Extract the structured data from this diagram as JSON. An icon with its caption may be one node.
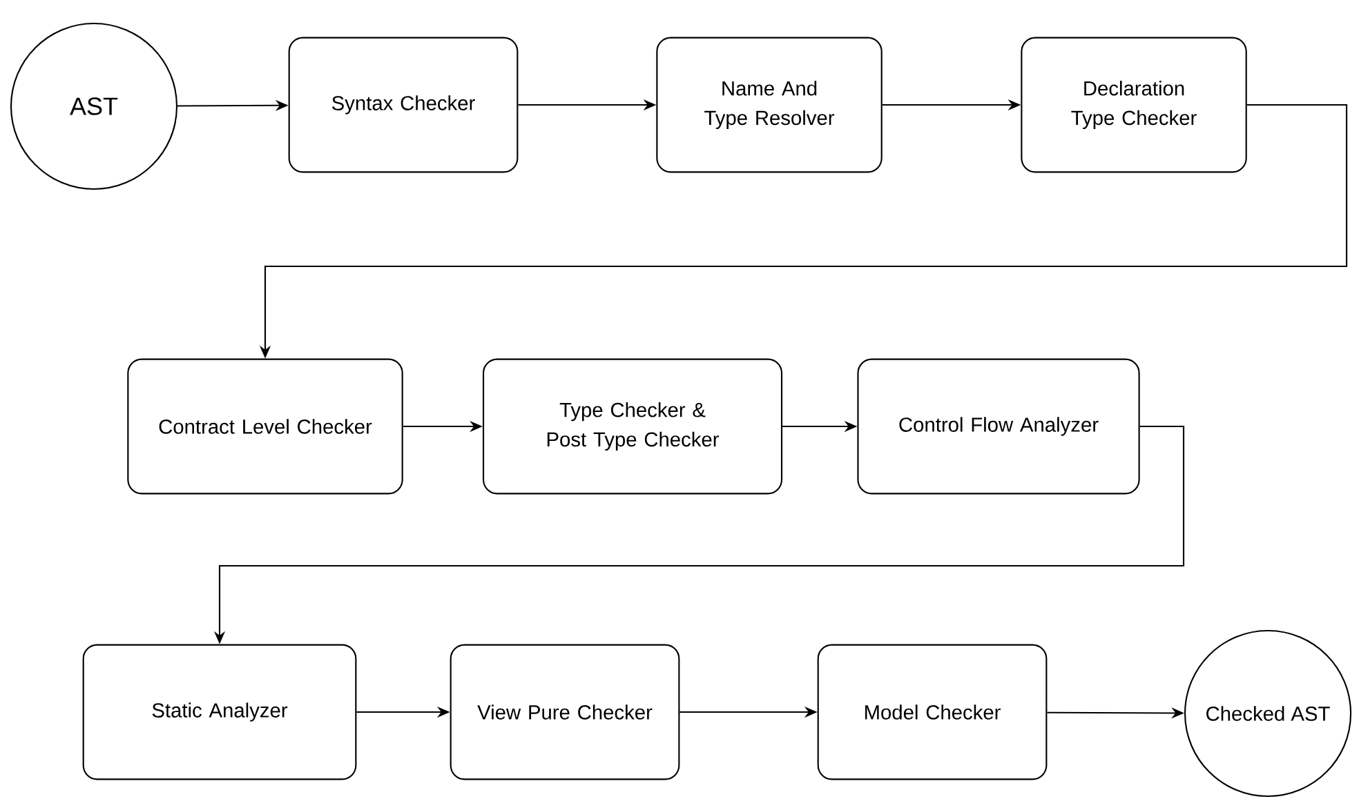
{
  "diagram": {
    "nodes": [
      {
        "text": [
          "AST"
        ]
      },
      {
        "text": [
          "Syntax Checker"
        ]
      },
      {
        "text": [
          "Name And Type Resolver"
        ]
      },
      {
        "text": [
          "Declaration Type Checker"
        ]
      },
      {
        "text": [
          "Contract Level Checker"
        ]
      },
      {
        "text": [
          "Type Checker & Post Type Checker"
        ]
      },
      {
        "text": [
          "Control Flow Analyzer"
        ]
      },
      {
        "text": [
          "Static Analyzer"
        ]
      },
      {
        "text": [
          "View Pure Checker"
        ]
      },
      {
        "text": [
          "Model Checker"
        ]
      },
      {
        "text": [
          "Checked AST"
        ]
      }
    ],
    "edges": [
      {
        "from": 0,
        "to": 1,
        "arrow": "to"
      },
      {
        "from": 1,
        "to": 2,
        "arrow": "to"
      },
      {
        "from": 2,
        "to": 3,
        "arrow": "to"
      },
      {
        "from": 3,
        "to": 4,
        "arrow": "to"
      },
      {
        "from": 4,
        "to": 5,
        "arrow": "to"
      },
      {
        "from": 5,
        "to": 6,
        "arrow": "to"
      },
      {
        "from": 6,
        "to": 7,
        "arrow": "to"
      },
      {
        "from": 7,
        "to": 8,
        "arrow": "to"
      },
      {
        "from": 8,
        "to": 9,
        "arrow": "to"
      },
      {
        "from": 9,
        "to": 10,
        "arrow": "to"
      }
    ]
  }
}
